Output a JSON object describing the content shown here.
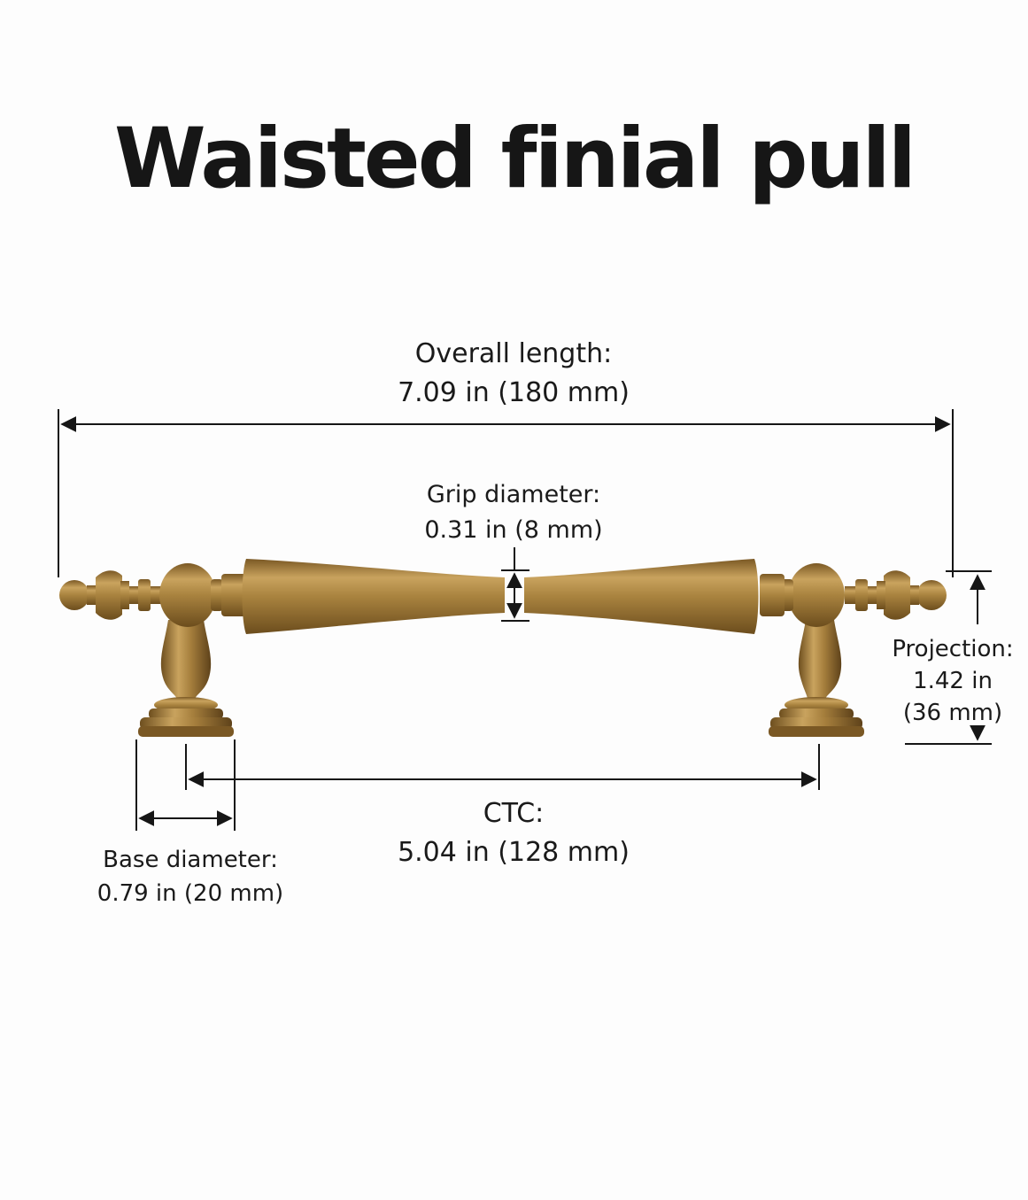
{
  "title": "Waisted finial pull",
  "dimensions": {
    "overall_length": {
      "label": "Overall length:",
      "value": "7.09 in (180 mm)"
    },
    "grip_diameter": {
      "label": "Grip diameter:",
      "value": "0.31 in (8 mm)"
    },
    "projection": {
      "label": "Projection:",
      "value_in": "1.42 in",
      "value_mm": "(36 mm)"
    },
    "ctc": {
      "label": "CTC:",
      "value": "5.04 in (128 mm)"
    },
    "base_diameter": {
      "label": "Base diameter:",
      "value": "0.79 in (20 mm)"
    }
  },
  "colors": {
    "brass": "#a57e3c",
    "brass_dark": "#6e4f1f",
    "brass_light": "#d2ae6a",
    "line": "#161616"
  }
}
